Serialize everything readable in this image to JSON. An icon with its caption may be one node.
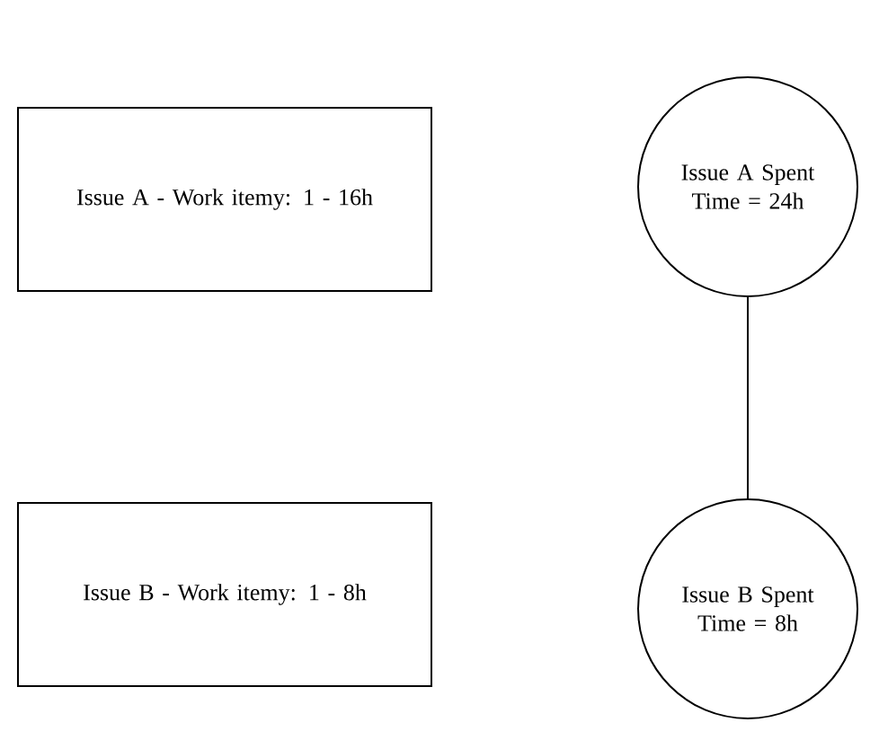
{
  "diagram": {
    "nodes": [
      {
        "text": [
          "Issue A - Work itemy: 1 - 16h"
        ]
      },
      {
        "text": [
          "Issue A Spent Time = 24h"
        ]
      },
      {
        "text": [
          "Issue B - Work itemy: 1 - 8h"
        ]
      },
      {
        "text": [
          "Issue B Spent Time = 8h"
        ]
      }
    ],
    "edges": [
      {
        "from": 1,
        "to": 3,
        "arrow": "none"
      }
    ]
  }
}
